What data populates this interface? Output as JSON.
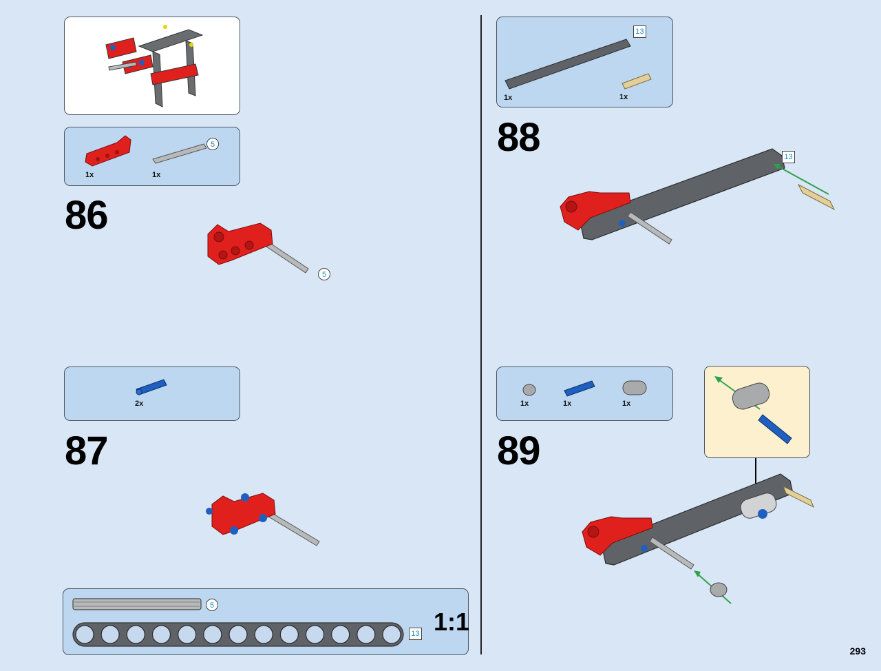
{
  "page": {
    "number": "293"
  },
  "steps": [
    {
      "number": "86",
      "parts": [
        {
          "qty": "1x"
        },
        {
          "qty": "1x",
          "length": "5"
        }
      ],
      "callout_length": "5"
    },
    {
      "number": "87",
      "parts": [
        {
          "qty": "2x"
        }
      ]
    },
    {
      "number": "88",
      "parts": [
        {
          "qty": "1x",
          "length": "13"
        },
        {
          "qty": "1x"
        }
      ],
      "callout_length": "13"
    },
    {
      "number": "89",
      "parts": [
        {
          "qty": "1x"
        },
        {
          "qty": "1x"
        },
        {
          "qty": "1x"
        }
      ]
    }
  ],
  "ruler": {
    "scale": "1:1",
    "axle_length": "5",
    "beam_length": "13"
  },
  "colors": {
    "background": "#d9e6f6",
    "parts_panel": "#bed7f1",
    "subassembly_panel": "#fcf0cf",
    "accent": "#1a8fc4",
    "brick_red": "#e0201c",
    "dark_gray": "#5f6266",
    "light_gray": "#a8aaac",
    "blue": "#1f5fc0",
    "tan": "#e3cf9a"
  }
}
